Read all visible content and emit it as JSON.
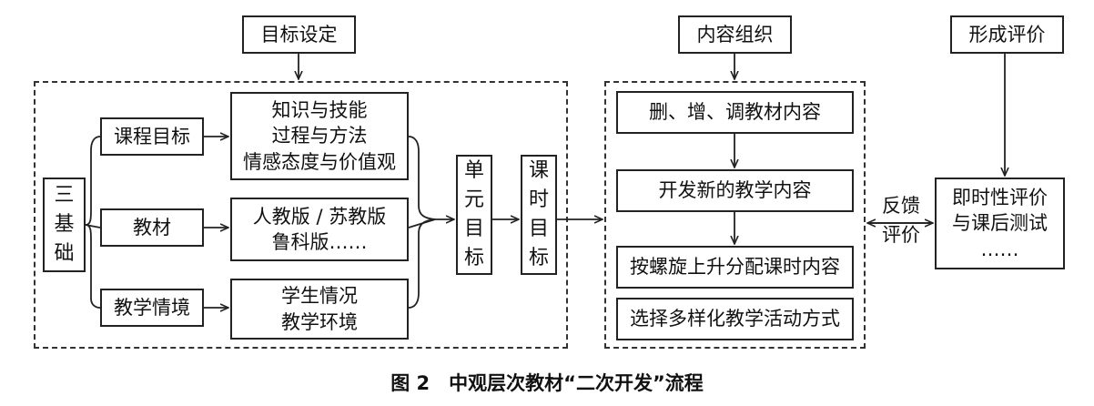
{
  "headers": {
    "goal_setting": "目标设定",
    "content_org": "内容组织",
    "formative_eval": "形成评价"
  },
  "foundation": "三\n基\n础",
  "left_branches": {
    "course_goal": "课程目标",
    "textbook": "教材",
    "teaching_context": "教学情境"
  },
  "details": {
    "course_goal": "知识与技能\n过程与方法\n情感态度与价值观",
    "textbook": "人教版 / 苏教版\n鲁科版……",
    "teaching_context": "学生情况\n教学环境"
  },
  "unit_goal": "单\n元\n目\n标",
  "lesson_goal": "课\n时\n目\n标",
  "content_steps": [
    "删、增、调教材内容",
    "开发新的教学内容",
    "按螺旋上升分配课时内容",
    "选择多样化教学活动方式"
  ],
  "feedback_label": "反馈\n评价",
  "eval_box": "即时性评价\n与课后测试\n……",
  "caption": "图 2　中观层次教材“二次开发”流程"
}
